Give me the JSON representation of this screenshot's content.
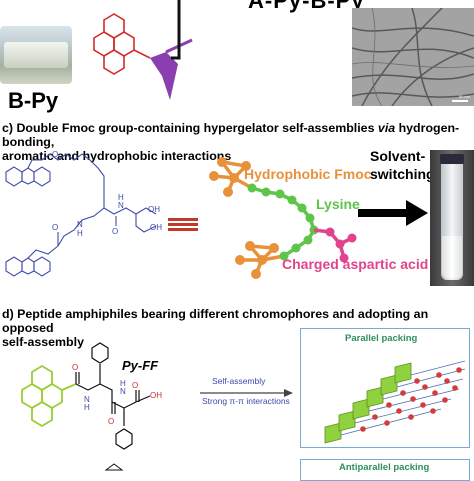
{
  "top": {
    "title_fragment": "A-Py-B-Py",
    "compound_label": "B-Py",
    "tem_scale": "50 nm"
  },
  "section_c": {
    "heading_line1": "c) Double Fmoc group-containing hypergelator self-assemblies ",
    "heading_via": "via",
    "heading_line1_end": " hydrogen-bonding,",
    "heading_line2": "aromatic and hydrophobic interactions",
    "hydrophobic_label": "Hydrophobic Fmoc",
    "lysine_label": "Lysine",
    "charged_label": "Charged aspartic acid",
    "switch_label_1": "Solvent-",
    "switch_label_2": "switching"
  },
  "section_d": {
    "heading_line1": "d) Peptide amphiphiles bearing different chromophores and adopting an opposed",
    "heading_line2": "self-assembly",
    "compound_label": "Py-FF",
    "arrow_top": "Self-assembly",
    "arrow_bottom": "Strong π-π interactions",
    "parallel_title": "Parallel packing",
    "antiparallel_title": "Antiparallel packing"
  },
  "atoms": {
    "N": "N",
    "H": "H",
    "O": "O",
    "OH": "OH"
  },
  "colors": {
    "fmoc_orange": "#e8913a",
    "lysine_green": "#5ec44a",
    "aspartic_pink": "#e0448c",
    "pyrene_green": "#9acd32",
    "structure_blue": "#3c4aa8",
    "purple_peptide": "#8b3fae",
    "red_pyrene": "#d42a2a"
  }
}
